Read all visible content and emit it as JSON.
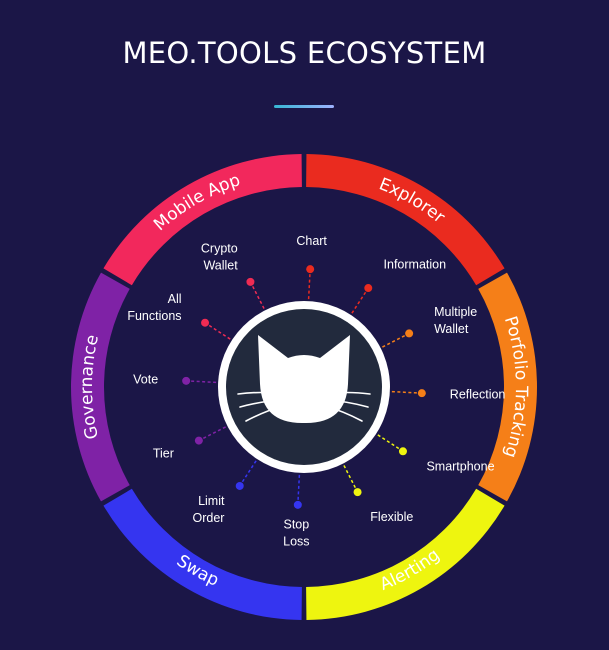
{
  "title": "MEO.TOOLS ECOSYSTEM",
  "segments": [
    {
      "label": "Explorer",
      "color": "#ea2b1f"
    },
    {
      "label": "Porfolio Tracking",
      "color": "#f57f18"
    },
    {
      "label": "Alerting",
      "color": "#eef50f"
    },
    {
      "label": "Swap",
      "color": "#3535f0"
    },
    {
      "label": "Governance",
      "color": "#7f22a6"
    },
    {
      "label": "Mobile App",
      "color": "#f2285c"
    }
  ],
  "features": [
    {
      "lines": [
        "Crypto",
        "Wallet"
      ],
      "color": "#ef2b53"
    },
    {
      "lines": [
        "Chart"
      ],
      "color": "#ea2b1f"
    },
    {
      "lines": [
        "Information"
      ],
      "color": "#ea2b1f"
    },
    {
      "lines": [
        "Multiple",
        "Wallet"
      ],
      "color": "#f57f18"
    },
    {
      "lines": [
        "Reflection"
      ],
      "color": "#f57f18"
    },
    {
      "lines": [
        "Smartphone"
      ],
      "color": "#eef50f"
    },
    {
      "lines": [
        "Flexible"
      ],
      "color": "#eef50f"
    },
    {
      "lines": [
        "Stop",
        "Loss"
      ],
      "color": "#3535f0"
    },
    {
      "lines": [
        "Limit",
        "Order"
      ],
      "color": "#3535f0"
    },
    {
      "lines": [
        "Tier"
      ],
      "color": "#7f22a6"
    },
    {
      "lines": [
        "Vote"
      ],
      "color": "#7f22a6"
    },
    {
      "lines": [
        "All",
        "Functions"
      ],
      "color": "#ef2b53"
    }
  ],
  "center_icon": "cat-head-icon",
  "colors": {
    "background": "#1b1647",
    "center_fill": "#222a3d",
    "center_ring": "#ffffff"
  }
}
